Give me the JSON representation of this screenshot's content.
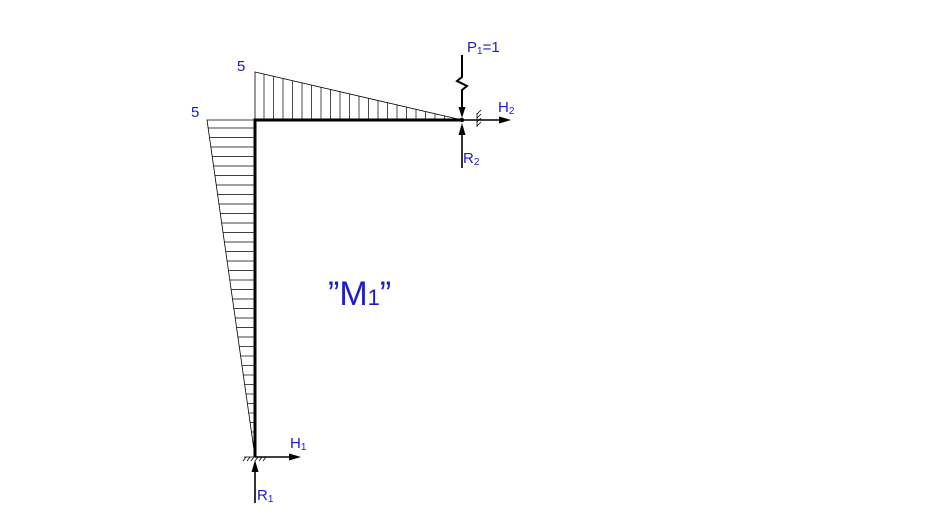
{
  "colors": {
    "label": "#1c1cc8",
    "frame": "#000000",
    "diagram": "#000000"
  },
  "title": {
    "quote_open": "”",
    "main": "M",
    "sub": "1",
    "quote_close": "”"
  },
  "values": {
    "top_left": "5",
    "column_top": "5"
  },
  "load": {
    "label": "P",
    "sub": "1",
    "rest": "=1"
  },
  "reactions": {
    "h1": {
      "main": "H",
      "sub": "1"
    },
    "h2": {
      "main": "H",
      "sub": "2"
    },
    "r1": {
      "main": "R",
      "sub": "1"
    },
    "r2": {
      "main": "R",
      "sub": "2"
    }
  }
}
